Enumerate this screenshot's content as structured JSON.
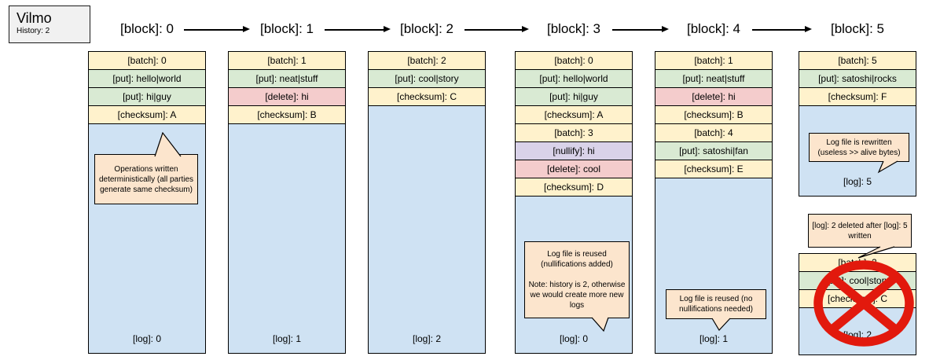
{
  "legend": {
    "title": "Vilmo",
    "subtitle": "History: 2"
  },
  "colors": {
    "batch_checksum_row": "#FFF2CC",
    "put_row": "#D9EAD3",
    "delete_row": "#F4CCCC",
    "nullify_row": "#D9D2E9",
    "log_body": "#CFE2F3",
    "callout_bubble": "#FCE5CD",
    "legend_box": "#F1F1F1",
    "prohibition_red": "#E2190D"
  },
  "icons": {
    "arrow": "right-arrow connector between blocks",
    "prohibition": "red circle with X over deleted log",
    "tail": "callout speech-bubble pointer"
  },
  "blocks": [
    {
      "header": "[block]: 0",
      "rows": [
        {
          "type": "batch",
          "text": "[batch]: 0"
        },
        {
          "type": "put",
          "text": "[put]: hello|world"
        },
        {
          "type": "put",
          "text": "[put]: hi|guy"
        },
        {
          "type": "checksum",
          "text": "[checksum]: A"
        }
      ],
      "log": "[log]: 0",
      "callout": {
        "text": "Operations written deterministically (all parties generate same checksum)"
      }
    },
    {
      "header": "[block]: 1",
      "rows": [
        {
          "type": "batch",
          "text": "[batch]: 1"
        },
        {
          "type": "put",
          "text": "[put]: neat|stuff"
        },
        {
          "type": "delete",
          "text": "[delete]: hi"
        },
        {
          "type": "checksum",
          "text": "[checksum]: B"
        }
      ],
      "log": "[log]: 1"
    },
    {
      "header": "[block]: 2",
      "rows": [
        {
          "type": "batch",
          "text": "[batch]: 2"
        },
        {
          "type": "put",
          "text": "[put]: cool|story"
        },
        {
          "type": "checksum",
          "text": "[checksum]: C"
        }
      ],
      "log": "[log]: 2"
    },
    {
      "header": "[block]: 3",
      "rows": [
        {
          "type": "batch",
          "text": "[batch]: 0"
        },
        {
          "type": "put",
          "text": "[put]: hello|world"
        },
        {
          "type": "put",
          "text": "[put]: hi|guy"
        },
        {
          "type": "checksum",
          "text": "[checksum]: A"
        },
        {
          "type": "batch",
          "text": "[batch]: 3"
        },
        {
          "type": "nullify",
          "text": "[nullify]: hi"
        },
        {
          "type": "delete",
          "text": "[delete]: cool"
        },
        {
          "type": "checksum",
          "text": "[checksum]: D"
        }
      ],
      "log": "[log]: 0",
      "callout": {
        "text": "Log file is reused (nullifications added)",
        "text2": "Note: history is 2, otherwise we would create more new logs"
      }
    },
    {
      "header": "[block]: 4",
      "rows": [
        {
          "type": "batch",
          "text": "[batch]: 1"
        },
        {
          "type": "put",
          "text": "[put]: neat|stuff"
        },
        {
          "type": "delete",
          "text": "[delete]: hi"
        },
        {
          "type": "checksum",
          "text": "[checksum]: B"
        },
        {
          "type": "batch",
          "text": "[batch]: 4"
        },
        {
          "type": "put",
          "text": "[put]: satoshi|fan"
        },
        {
          "type": "checksum",
          "text": "[checksum]: E"
        }
      ],
      "log": "[log]: 1",
      "callout": {
        "text": "Log file is reused (no nullifications needed)"
      }
    },
    {
      "header": "[block]: 5",
      "rows": [
        {
          "type": "batch",
          "text": "[batch]: 5"
        },
        {
          "type": "put",
          "text": "[put]: satoshi|rocks"
        },
        {
          "type": "checksum",
          "text": "[checksum]: F"
        }
      ],
      "log": "[log]: 5",
      "callout": {
        "text": "Log file is rewritten (useless >> alive bytes)"
      }
    }
  ],
  "deleted_block": {
    "callout": {
      "text": "[log]: 2 deleted after [log]: 5 written"
    },
    "rows": [
      {
        "type": "batch",
        "text": "[batch]: 2"
      },
      {
        "type": "put",
        "text": "[put]: cool|story"
      },
      {
        "type": "checksum",
        "text": "[checksum]: C"
      }
    ],
    "log": "[log]: 2"
  }
}
